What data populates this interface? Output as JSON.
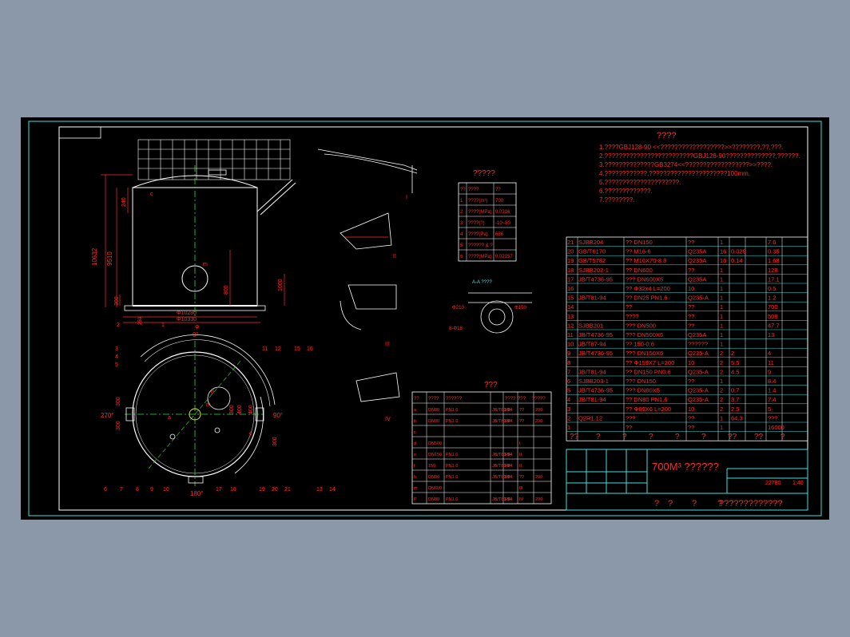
{
  "drawing": {
    "title": "700M³ ??????",
    "title_sup": "3",
    "footer_row": [
      "?",
      "?",
      "?",
      "?",
      "?"
    ],
    "footer_note": "?????????????",
    "scale_label": "1:40",
    "weight_label": "22780",
    "drawing_no": "2?????"
  },
  "notes": {
    "header": "????",
    "lines": [
      "1.????GBJ128-90  <<??????????????????>>????????,??,???.",
      "2.?????????????????????????GBJ128-90??????????????,??????.",
      "3.??????????????GB3274<<??????????????????>>????.",
      "4.????????????,??????????????????????100mm.",
      "5.?????????????????????.",
      "6.?????????????.",
      "7.????????."
    ]
  },
  "spec_table": {
    "header": "?????",
    "cols": [
      "??",
      "????",
      "??"
    ],
    "rows": [
      [
        "1",
        "????(m³)",
        "700"
      ],
      [
        "2",
        "????(MPa)",
        "0.0316"
      ],
      [
        "3",
        "????(?)",
        "-10~80"
      ],
      [
        "4",
        "????(Pa)",
        "686"
      ],
      [
        "5",
        "?????? & ?",
        ""
      ],
      [
        "6",
        "????(MPa)",
        "0.02157"
      ]
    ]
  },
  "nozzle_table": {
    "header": "???",
    "cols": [
      "??",
      "????",
      "??????",
      "????",
      "???",
      "?????"
    ],
    "rows": [
      [
        "a",
        "DN80",
        "PN1.6",
        "JB/T81-94",
        "RF",
        "??",
        "200"
      ],
      [
        "b",
        "DN80",
        "PN1.6",
        "JB/T81-94",
        "RF",
        "??",
        "200"
      ],
      [
        "c",
        "",
        "",
        "",
        "",
        "",
        ""
      ],
      [
        "d",
        "DN500",
        "",
        "",
        "",
        "I",
        ""
      ],
      [
        "e",
        "DN150",
        "PN1.6",
        "JB/T81-94",
        "RF",
        "II",
        ""
      ],
      [
        "f",
        "150",
        "PN1.6",
        "JB/T81-94",
        "RF",
        "II",
        ""
      ],
      [
        "h",
        "DN80",
        "PN1.6",
        "JB/T81-94",
        "RF",
        "??",
        "200"
      ],
      [
        "m",
        "DN600",
        "",
        "",
        "",
        "III",
        ""
      ],
      [
        "P",
        "DN80",
        "PN1.6",
        "JB/T81-94",
        "RF",
        "IV",
        "200"
      ]
    ]
  },
  "parts_list": {
    "rows": [
      [
        "21",
        "SJBB204",
        "??  DN150",
        "??",
        "1",
        "7.6"
      ],
      [
        "20",
        "GB/T6170",
        "??  M16-6",
        "Q235A",
        "16",
        "0.029",
        "0.35"
      ],
      [
        "19",
        "GB/T5782",
        "??  M16X70-8.8",
        "Q235A",
        "16",
        "0.14",
        "1.68"
      ],
      [
        "18",
        "SJBB202-1",
        "??  DN600",
        "??",
        "1",
        "128"
      ],
      [
        "17",
        "JB/T4736-95",
        "???  DN600X5",
        "Q235A",
        "1",
        "17.1"
      ],
      [
        "16",
        "",
        "??  Φ32x4  L=200",
        "10",
        "1",
        "0.5"
      ],
      [
        "15",
        "JB/T81-94",
        "??  DN25  PN1.6",
        "Q235-A",
        "1",
        "1.2"
      ],
      [
        "14",
        "",
        "??",
        "??",
        "1",
        "700"
      ],
      [
        "13",
        "",
        "????",
        "??",
        "1",
        "508"
      ],
      [
        "12",
        "SJBB201",
        "???  DN500",
        "??",
        "1",
        "47.7"
      ],
      [
        "11",
        "JB/T4736-95",
        "???  DN500X6",
        "Q235A",
        "1",
        "13"
      ],
      [
        "10",
        "JB/T87-94",
        "??  150-0.6",
        "??????",
        "1",
        ""
      ],
      [
        "9",
        "JB/T4736-95",
        "???  DN150X6",
        "Q235-A",
        "2",
        "2",
        "4"
      ],
      [
        "8",
        "",
        "??  Φ159X7  L=200",
        "10",
        "2",
        "5.5",
        "11"
      ],
      [
        "7",
        "JB/T81-94",
        "??  DN150  PN0.6",
        "Q235-A",
        "2",
        "4.5",
        "9"
      ],
      [
        "6",
        "SJBB203-1",
        "???  DN150",
        "??",
        "1",
        "8.4"
      ],
      [
        "5",
        "JB/T4736-95",
        "???  DN80X5",
        "Q235-A",
        "2",
        "0.7",
        "1.4"
      ],
      [
        "4",
        "JB/T81-94",
        "??  DN80  PN1.6",
        "Q235-A",
        "2",
        "3.7",
        "7.4"
      ],
      [
        "3",
        "",
        "??  Φ89X6  L=200",
        "10",
        "2",
        "2.5",
        "5"
      ],
      [
        "2",
        "Q2R1.12",
        "???",
        "??",
        "1",
        "64.3",
        "???"
      ],
      [
        "1",
        "",
        "??",
        "??",
        "1",
        "16000"
      ]
    ],
    "header": [
      "??",
      "?",
      "?",
      "?",
      "?",
      "?",
      "??",
      "??",
      "?"
    ]
  },
  "elevation": {
    "dims": [
      "10632",
      "9510",
      "240",
      "800",
      "1000",
      "300",
      "250",
      "Φ10280",
      "Φ10330"
    ],
    "labels": [
      "c",
      "m",
      "1",
      "2"
    ]
  },
  "plan": {
    "angles": [
      "0°",
      "90°",
      "180°",
      "270°"
    ],
    "dims": [
      "300",
      "300",
      "300",
      "400",
      "400",
      "300"
    ],
    "callouts": [
      "3",
      "4",
      "5",
      "11",
      "12",
      "15",
      "16",
      "6",
      "7",
      "8",
      "9",
      "10",
      "17",
      "18",
      "19",
      "20",
      "21",
      "13",
      "14"
    ],
    "labels": [
      "Φ",
      "m",
      "d",
      "a",
      "c"
    ]
  },
  "details": {
    "labels": [
      "I",
      "II",
      "III",
      "IV"
    ],
    "flange_title": "A-A ????",
    "dims": [
      "Φ210",
      "Φ150",
      "8-Φ18"
    ]
  },
  "colors": {
    "red": "#ff2a2a",
    "cyan": "#40e0e0",
    "white": "#ffffff",
    "green": "#2fe02f",
    "yellow": "#e0e030"
  }
}
